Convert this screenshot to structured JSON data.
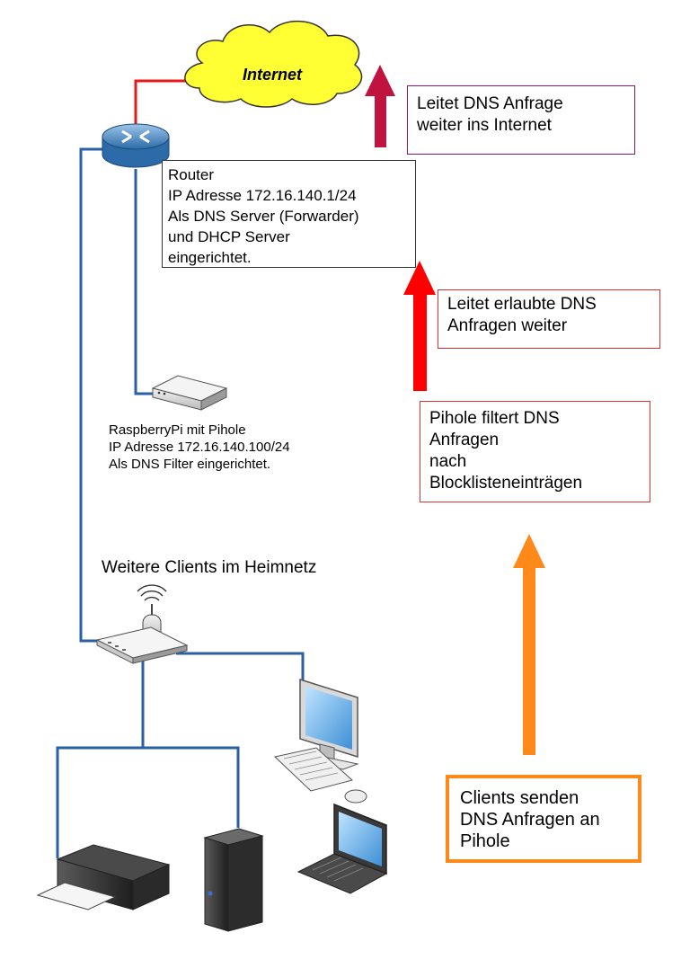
{
  "nodes": {
    "internet": "Internet",
    "router_info": "Router\nIP Adresse 172.16.140.1/24\nAls DNS Server (Forwarder)\nund DHCP Server\neingerichtet.",
    "pi_info": "RaspberryPi mit Pihole\nIP Adresse 172.16.140.100/24\nAls DNS Filter eingerichtet.",
    "clients_label": "Weitere Clients im Heimnetz"
  },
  "notes": {
    "forward": "Leitet DNS Anfrage\nweiter ins Internet",
    "allowed": "Leitet erlaubte DNS\nAnfragen weiter",
    "filter": "Pihole filtert DNS\nAnfragen\nnach\nBlocklisteneinträgen",
    "clients_send": "Clients senden\nDNS Anfragen an\nPihole"
  },
  "colors": {
    "network_line": "#2b5fa6",
    "internet_link": "#e41a1a",
    "cloud_fill": "#ffff33",
    "arrow_forward": "#c1133f",
    "arrow_allowed": "#ff0000",
    "arrow_clients": "#ff8a1a"
  }
}
